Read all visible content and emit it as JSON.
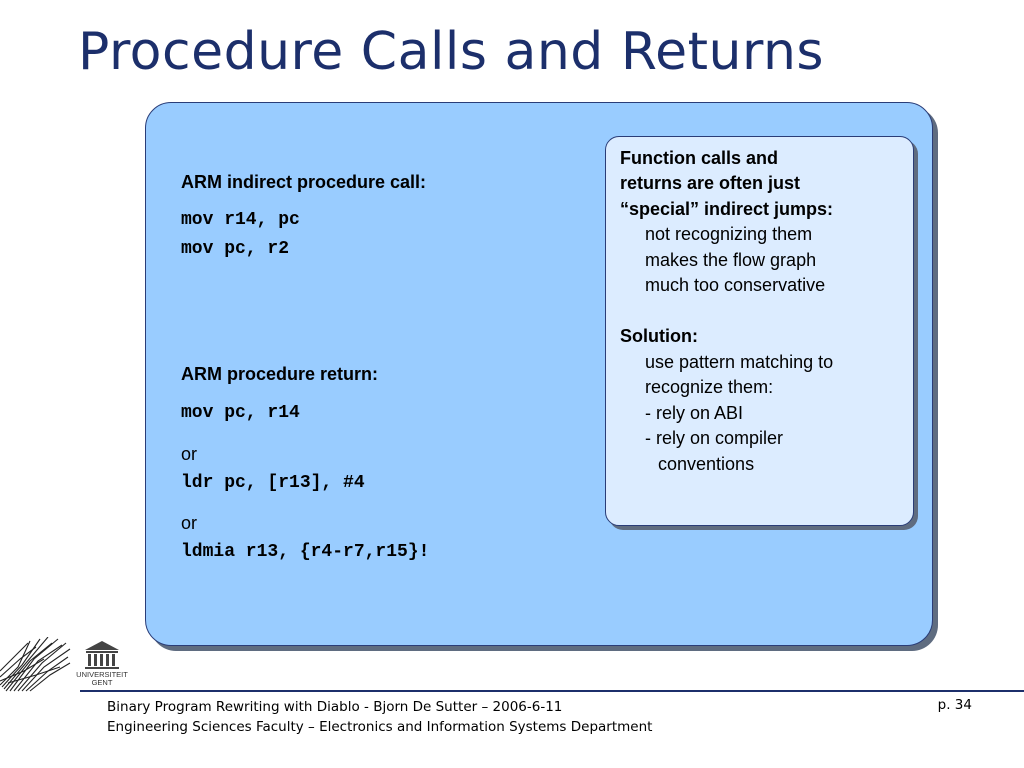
{
  "slide": {
    "title": "Procedure Calls and Returns",
    "page_number": "p. 34"
  },
  "left": {
    "call_label": "ARM indirect procedure call:",
    "call_code_1": "mov r14, pc",
    "call_code_2": "mov pc, r2",
    "return_label": "ARM procedure return:",
    "return_code_1": "mov pc, r14",
    "or_1": "or",
    "return_code_2": "ldr pc, [r13], #4",
    "or_2": "or",
    "return_code_3": "ldmia r13, {r4-r7,r15}!"
  },
  "note": {
    "heading_lines": [
      "Function calls and",
      "returns are often just",
      "“special” indirect jumps:"
    ],
    "body_lines": [
      "not recognizing them",
      "makes the flow graph",
      "much too conservative"
    ],
    "solution_label": "Solution:",
    "solution_lines": [
      "use pattern matching to",
      "recognize them:",
      "- rely on ABI",
      "- rely on compiler",
      "conventions"
    ]
  },
  "logo": {
    "line1": "UNIVERSITEIT",
    "line2": "GENT"
  },
  "footer": {
    "line1": "Binary Program Rewriting with Diablo - Bjorn De Sutter – 2006-6-11",
    "line2": "Engineering Sciences Faculty – Electronics and Information Systems Department"
  },
  "colors": {
    "title": "#1c2f6b",
    "main_box": "#99ccff",
    "side_box": "#dcecff"
  }
}
